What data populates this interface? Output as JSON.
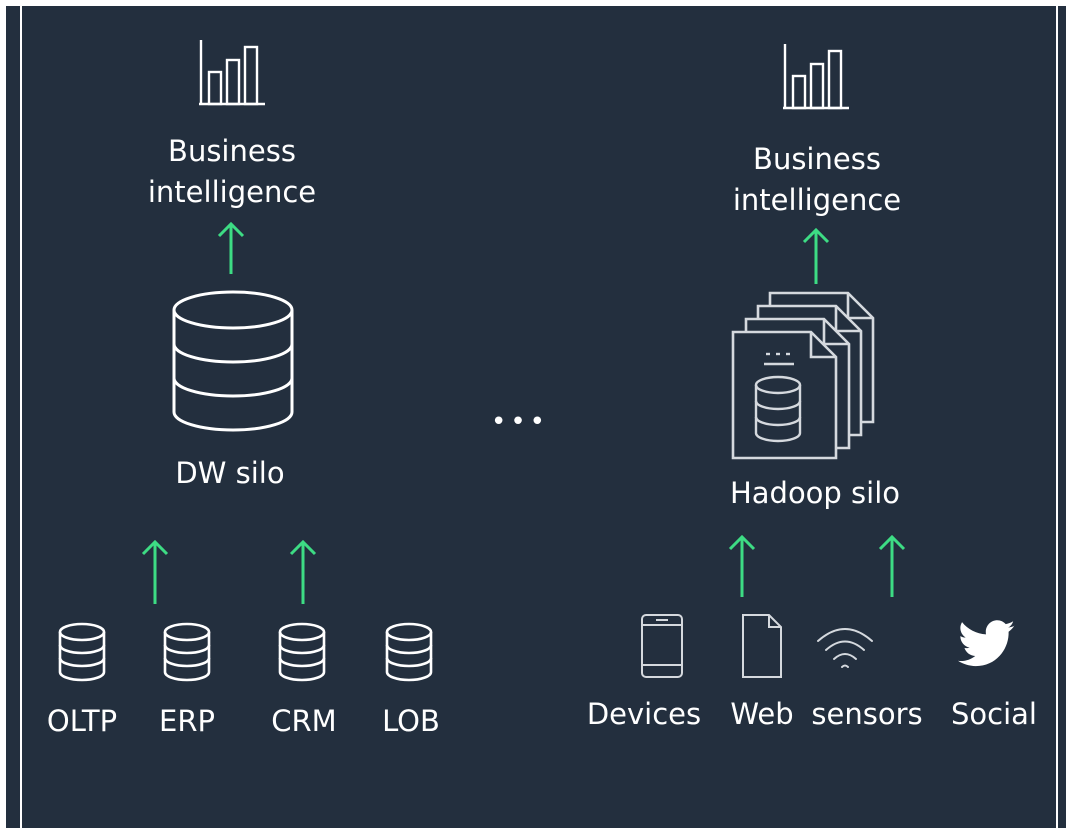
{
  "left_silo": {
    "bi_label_line1": "Business",
    "bi_label_line2": "intelligence",
    "silo_label": "DW silo",
    "sources": [
      "OLTP",
      "ERP",
      "CRM",
      "LOB"
    ]
  },
  "separator": "•••",
  "right_silo": {
    "bi_label_line1": "Business",
    "bi_label_line2": "intelligence",
    "silo_label": "Hadoop silo",
    "sources": [
      "Devices",
      "Web",
      "sensors",
      "Social"
    ]
  },
  "colors": {
    "background": "#232f3e",
    "arrow": "#3ddc84",
    "icon": "#ffffff",
    "muted_icon": "#d5d9de"
  }
}
